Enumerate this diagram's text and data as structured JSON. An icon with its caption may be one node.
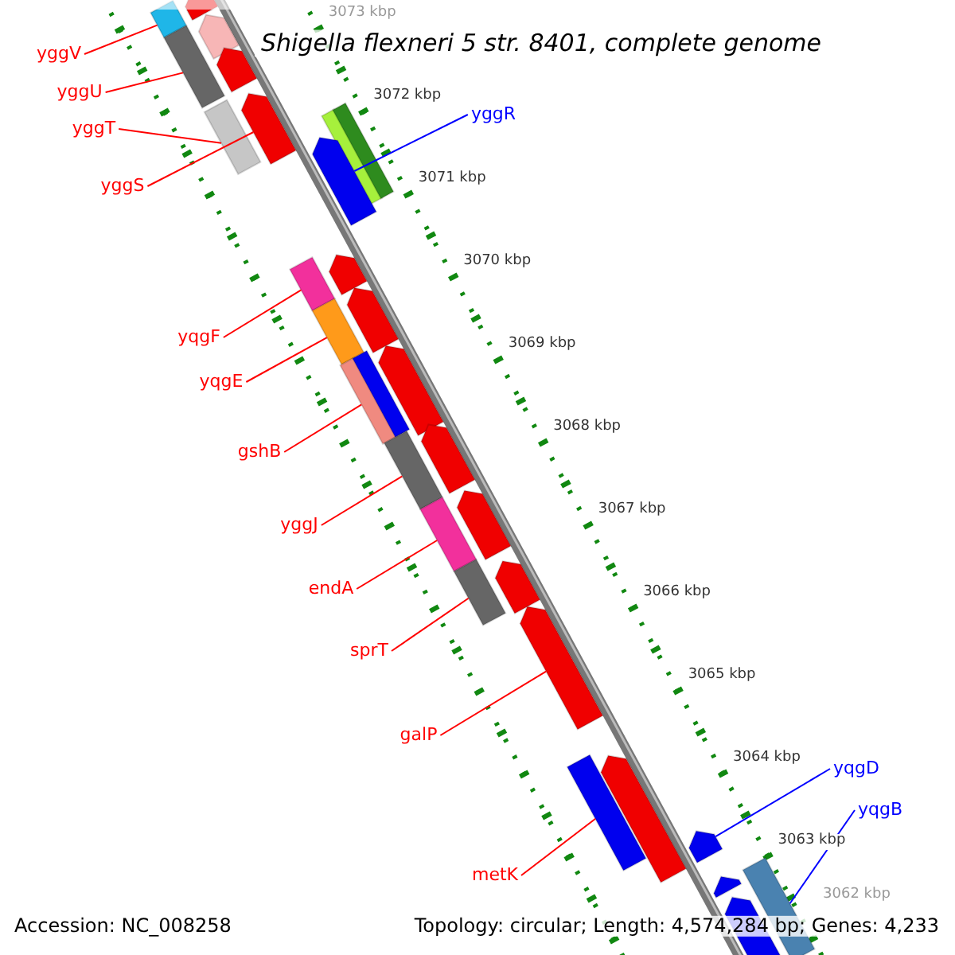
{
  "diagram": {
    "title": "Shigella flexneri 5 str. 8401, complete genome",
    "nodes": [
      {
        "text": [
          "yggV"
        ]
      },
      {
        "text": [
          "yggU"
        ]
      },
      {
        "text": [
          "yggT"
        ]
      },
      {
        "text": [
          "yggS"
        ]
      },
      {
        "text": [
          "yggR"
        ]
      },
      {
        "text": [
          "yqgF"
        ]
      },
      {
        "text": [
          "yqgE"
        ]
      },
      {
        "text": [
          "gshB"
        ]
      },
      {
        "text": [
          "yggJ"
        ]
      },
      {
        "text": [
          "endA"
        ]
      },
      {
        "text": [
          "sprT"
        ]
      },
      {
        "text": [
          "galP"
        ]
      },
      {
        "text": [
          "yqgD"
        ]
      },
      {
        "text": [
          "yqgB"
        ]
      },
      {
        "text": [
          "metK"
        ]
      },
      {
        "text": [],
        "shape": "bar"
      },
      {
        "text": [],
        "shape": "bar"
      },
      {
        "text": [],
        "shape": "bar"
      },
      {
        "text": [],
        "shape": "bar"
      },
      {
        "text": [],
        "shape": "bar"
      },
      {
        "text": [],
        "shape": "bar"
      },
      {
        "text": [],
        "shape": "bar"
      },
      {
        "text": [],
        "shape": "bar"
      },
      {
        "text": [],
        "shape": "bar"
      },
      {
        "text": [],
        "shape": "bar"
      },
      {
        "text": [],
        "shape": "bar"
      },
      {
        "text": [],
        "shape": "bar"
      },
      {
        "text": [],
        "shape": "bar"
      },
      {
        "text": [],
        "shape": "bar"
      },
      {
        "text": [],
        "shape": "bar"
      },
      {
        "text": [],
        "shape": "bar"
      },
      {
        "text": [],
        "shape": "bar"
      },
      {
        "text": [],
        "shape": "bar"
      },
      {
        "text": [],
        "shape": "bar"
      },
      {
        "text": [],
        "shape": "bar"
      },
      {
        "text": [],
        "shape": "bar"
      },
      {
        "text": [],
        "shape": "bar"
      },
      {
        "text": [],
        "shape": "bar"
      },
      {
        "text": [],
        "shape": "bar"
      },
      {
        "text": [],
        "shape": "bar"
      },
      {
        "text": [],
        "shape": "bar"
      },
      {
        "text": [],
        "shape": "bar"
      },
      {
        "text": [],
        "shape": "bar"
      },
      {
        "text": [],
        "shape": "bar"
      },
      {
        "text": [],
        "shape": "bar"
      }
    ],
    "edges": [
      {
        "from": 0,
        "to": 15,
        "arrow": "none"
      },
      {
        "from": 1,
        "to": 18,
        "arrow": "none"
      },
      {
        "from": 2,
        "to": 20,
        "arrow": "none"
      },
      {
        "from": 3,
        "to": 21,
        "arrow": "none"
      },
      {
        "from": 4,
        "to": 24,
        "arrow": "none",
        "color": "#0000ff"
      },
      {
        "from": 5,
        "to": 25,
        "arrow": "none"
      },
      {
        "from": 6,
        "to": 27,
        "arrow": "none"
      },
      {
        "from": 7,
        "to": 29,
        "arrow": "none"
      },
      {
        "from": 8,
        "to": 32,
        "arrow": "none"
      },
      {
        "from": 9,
        "to": 34,
        "arrow": "none"
      },
      {
        "from": 10,
        "to": 36,
        "arrow": "none"
      },
      {
        "from": 11,
        "to": 38,
        "arrow": "none"
      },
      {
        "from": 12,
        "to": 41,
        "arrow": "none",
        "color": "#0000ff"
      },
      {
        "from": 13,
        "to": 44,
        "arrow": "none",
        "color": "#0000ff"
      },
      {
        "from": 14,
        "to": 39,
        "arrow": "none"
      }
    ],
    "labels": [
      "3073 kbp",
      "3072 kbp",
      "3071 kbp",
      "3070 kbp",
      "3069 kbp",
      "3068 kbp",
      "3067 kbp",
      "3066 kbp",
      "3065 kbp",
      "3064 kbp",
      "3063 kbp",
      "3062 kbp",
      "Accession: NC_008258",
      "Topology: circular; Length: 4,574,284 bp; Genes: 4,233"
    ]
  }
}
